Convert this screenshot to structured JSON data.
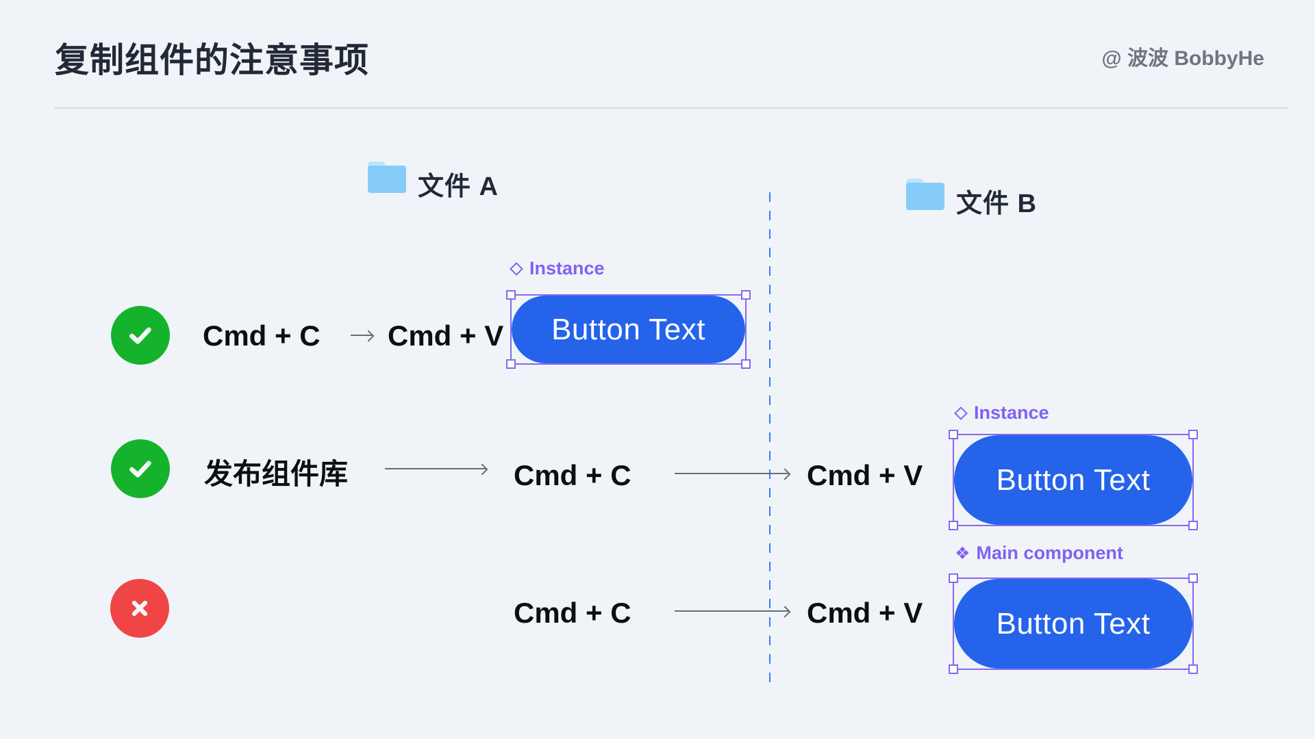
{
  "page": {
    "title": "复制组件的注意事项",
    "byline": "@ 波波 BobbyHe"
  },
  "files": {
    "a": {
      "label": "文件 A"
    },
    "b": {
      "label": "文件 B"
    }
  },
  "icons": {
    "main_component_glyph": "❖"
  },
  "colors": {
    "background": "#f0f4f8",
    "title_text": "#222936",
    "byline_text": "#6f7481",
    "button_blue": "#2563eb",
    "accent_purple": "#8161f2",
    "success_green": "#15b32c",
    "error_red": "#ef4545",
    "folder_blue": "#85cdf8",
    "dashed_divider_blue": "#4078f2",
    "arrow_gray": "#666c76"
  },
  "rows": [
    {
      "status": "allowed",
      "steps": {
        "step1": "Cmd + C",
        "step2": "Cmd + V"
      },
      "component": {
        "tag": "Instance",
        "button_label": "Button Text"
      }
    },
    {
      "status": "allowed",
      "steps": {
        "step1": "发布组件库",
        "step2": "Cmd + C",
        "step3": "Cmd + V"
      },
      "component": {
        "tag": "Instance",
        "button_label": "Button Text"
      }
    },
    {
      "status": "not-allowed",
      "steps": {
        "step2": "Cmd + C",
        "step3": "Cmd + V"
      },
      "component": {
        "tag": "Main component",
        "button_label": "Button Text"
      }
    }
  ]
}
